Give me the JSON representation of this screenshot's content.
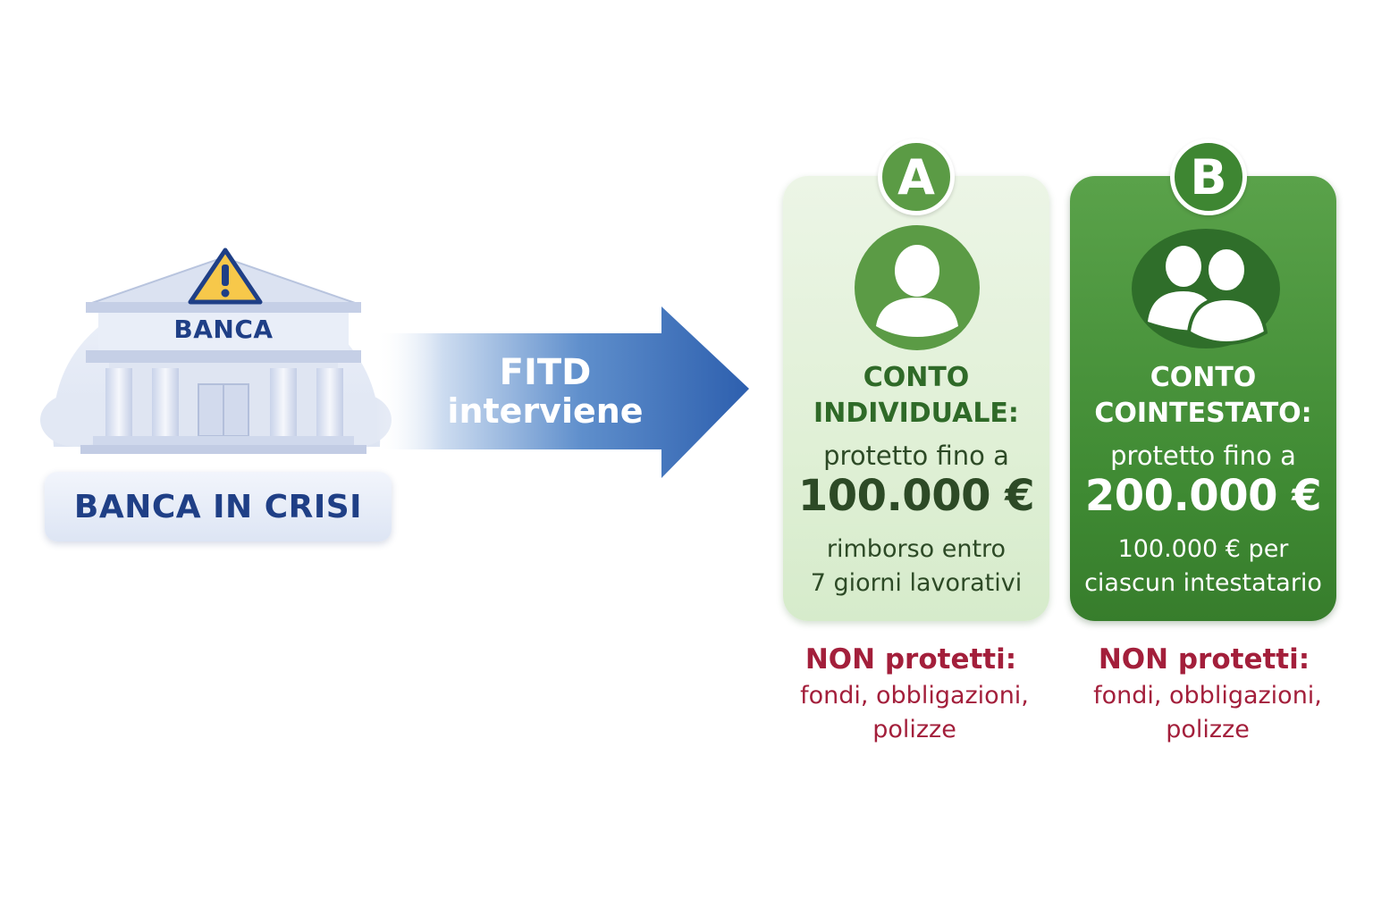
{
  "bank": {
    "sign_label": "BANCA",
    "status_label": "BANCA IN CRISI",
    "warning_icon": "warning-triangle-icon"
  },
  "arrow": {
    "title": "FITD",
    "subtitle": "interviene"
  },
  "cards": [
    {
      "badge": "A",
      "icon": "single-person-icon",
      "title_line1": "CONTO",
      "title_line2": "INDIVIDUALE:",
      "protection_label": "protetto fino a",
      "amount": "100.000 €",
      "note_line1": "rimborso entro",
      "note_line2": "7 giorni lavorativi",
      "not_protected_title": "NON protetti:",
      "not_protected_line1": "fondi, obbligazioni,",
      "not_protected_line2": "polizze"
    },
    {
      "badge": "B",
      "icon": "two-people-icon",
      "title_line1": "CONTO",
      "title_line2": "COINTESTATO:",
      "protection_label": "protetto fino a",
      "amount": "200.000 €",
      "note_line1": "100.000 € per",
      "note_line2": "ciascun intestatario",
      "not_protected_title": "NON protetti:",
      "not_protected_line1": "fondi, obbligazioni,",
      "not_protected_line2": "polizze"
    }
  ],
  "colors": {
    "navy": "#1f3f86",
    "arrow_blue": "#2d5fae",
    "green_light": "#e0f0d6",
    "green_dark": "#3f8a33",
    "warning_red": "#a31f3b",
    "warning_yellow": "#f7c84a"
  }
}
